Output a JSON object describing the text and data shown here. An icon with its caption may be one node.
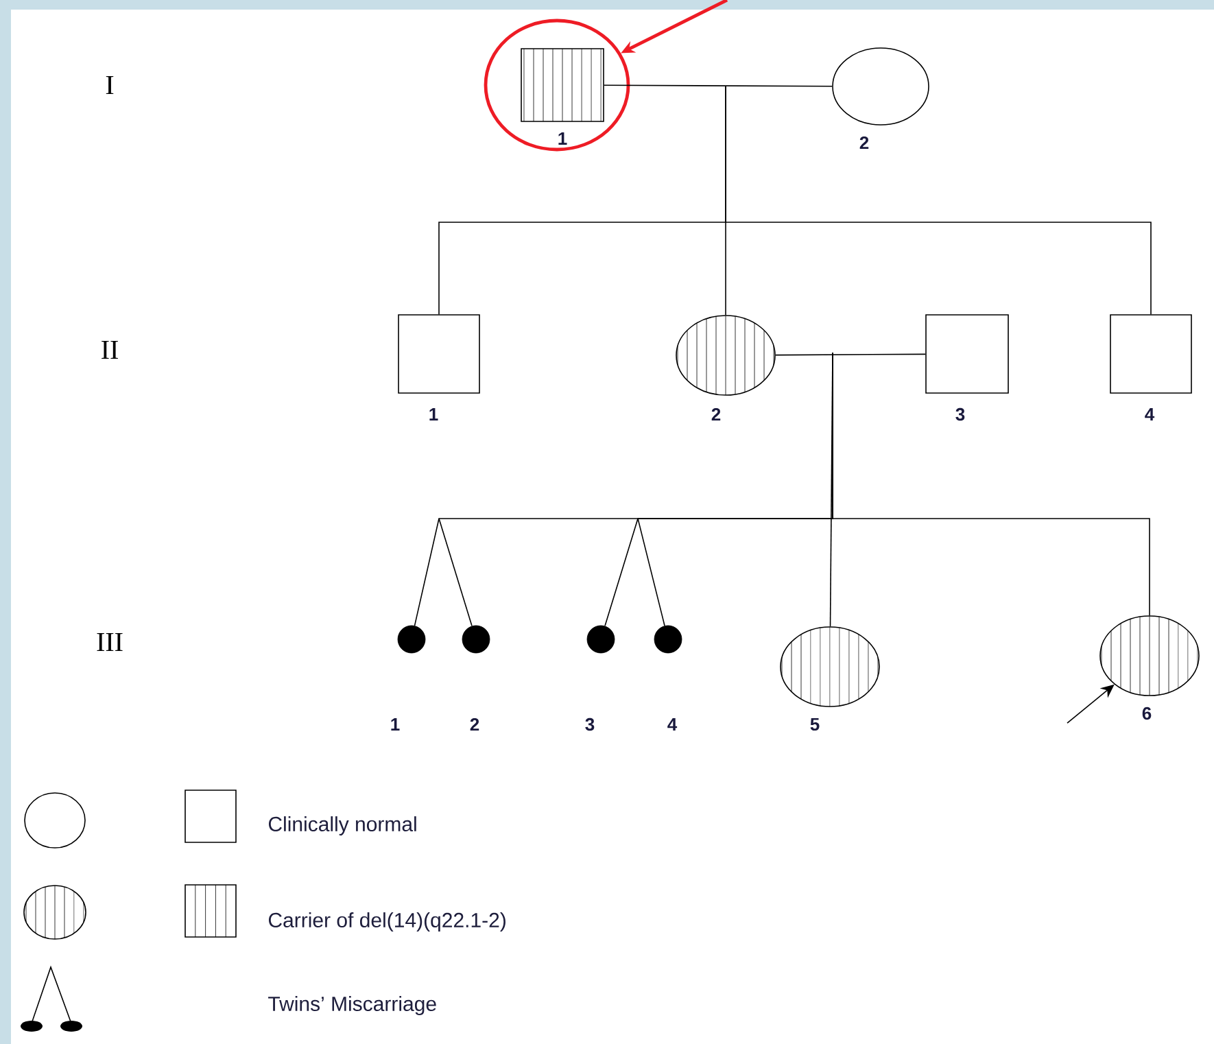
{
  "diagram": {
    "nodes": [
      {
        "text": [],
        "shape": "circle"
      },
      {
        "text": [],
        "shape": "box",
        "in": 0,
        "beside": [
          "1"
        ]
      },
      {
        "text": [],
        "shape": "circle",
        "beside": [
          "2"
        ]
      },
      {
        "text": [],
        "shape": "box",
        "beside": [
          "1"
        ]
      },
      {
        "text": [],
        "shape": "circle",
        "beside": [
          "2"
        ]
      },
      {
        "text": [],
        "shape": "box",
        "beside": [
          "3"
        ]
      },
      {
        "text": [],
        "shape": "box",
        "beside": [
          "4"
        ]
      },
      {
        "text": [],
        "shape": "circle",
        "beside": [
          "1"
        ]
      },
      {
        "text": [],
        "shape": "circle",
        "beside": [
          "2"
        ]
      },
      {
        "text": [],
        "shape": "circle",
        "beside": [
          "3"
        ]
      },
      {
        "text": [],
        "shape": "circle",
        "beside": [
          "4"
        ]
      },
      {
        "text": [],
        "shape": "circle",
        "beside": [
          "5"
        ]
      },
      {
        "text": [],
        "shape": "circle",
        "beside": [
          "6"
        ]
      }
    ],
    "edges": [
      {
        "from": null,
        "to": 0,
        "arrow": "to",
        "style": "thick",
        "color": "#ee1c25"
      },
      {
        "from": 1,
        "to": 2,
        "arrow": "none"
      },
      {
        "from": null,
        "to": 3,
        "arrow": "none"
      },
      {
        "from": null,
        "to": 4,
        "arrow": "none"
      },
      {
        "from": null,
        "to": 6,
        "arrow": "none"
      },
      {
        "from": 4,
        "to": 5,
        "arrow": "none"
      },
      {
        "from": null,
        "to": 7,
        "arrow": "none"
      },
      {
        "from": null,
        "to": 8,
        "arrow": "none"
      },
      {
        "from": null,
        "to": 9,
        "arrow": "none"
      },
      {
        "from": null,
        "to": 10,
        "arrow": "none"
      },
      {
        "from": null,
        "to": 11,
        "arrow": "none"
      },
      {
        "from": null,
        "to": 12,
        "arrow": "none"
      },
      {
        "from": null,
        "to": 12,
        "arrow": "to"
      }
    ],
    "labels": [
      "I",
      "II",
      "III"
    ],
    "legend": [
      {
        "text": "Clinically normal"
      },
      {
        "text": "Carrier of del(14)(q22.1-2)"
      },
      {
        "text": "Twins’ Miscarriage"
      }
    ]
  }
}
